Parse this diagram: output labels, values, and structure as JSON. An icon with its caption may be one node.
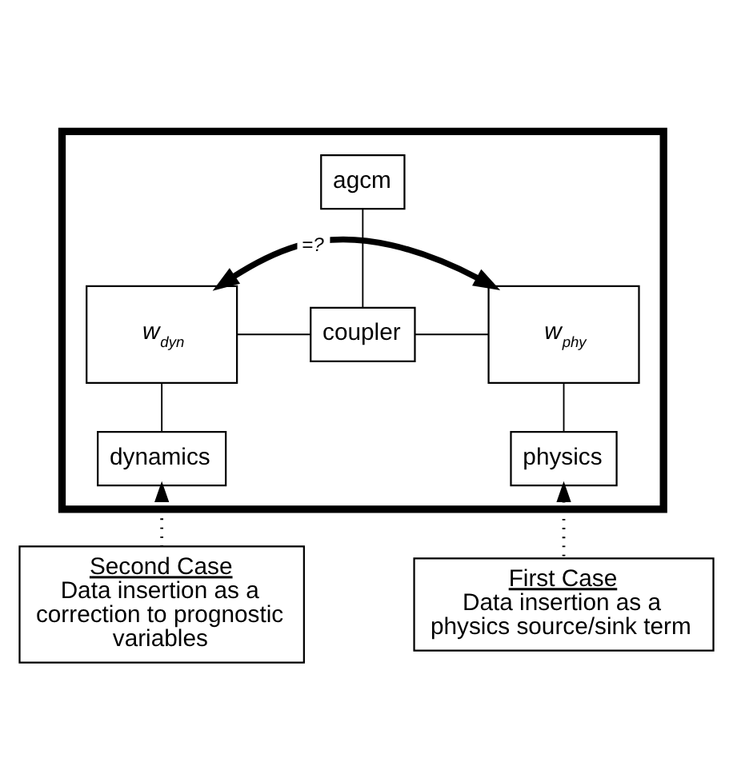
{
  "diagram": {
    "nodes": [
      {
        "text": [],
        "shape": "box"
      },
      {
        "text": [
          "agcm"
        ],
        "in": 0
      },
      {
        "text": [
          "w$_{dyn}$"
        ],
        "in": 0
      },
      {
        "text": [
          "coupler"
        ],
        "in": 0
      },
      {
        "text": [
          "w$_{phy}$"
        ],
        "in": 0
      },
      {
        "text": [
          "dynamics"
        ],
        "in": 0
      },
      {
        "text": [
          "physics"
        ],
        "in": 0
      },
      {
        "text": [
          "Second Case",
          "Data insertion as a correction to prognostic variables"
        ]
      },
      {
        "text": [
          "First Case",
          "Data insertion as a physics source/sink term"
        ]
      }
    ],
    "edges": [
      {
        "from": 1,
        "to": 3,
        "arrow": "none"
      },
      {
        "from": 2,
        "to": 4,
        "arrow": "both",
        "label": "=?",
        "style": "thick"
      },
      {
        "from": 3,
        "to": 2,
        "arrow": "none"
      },
      {
        "from": 3,
        "to": 4,
        "arrow": "none"
      },
      {
        "from": 2,
        "to": 5,
        "arrow": "none"
      },
      {
        "from": 4,
        "to": 6,
        "arrow": "none"
      },
      {
        "from": 7,
        "to": 5,
        "arrow": "to",
        "style": "dashed"
      },
      {
        "from": 8,
        "to": 6,
        "arrow": "to",
        "style": "dashed"
      }
    ]
  }
}
